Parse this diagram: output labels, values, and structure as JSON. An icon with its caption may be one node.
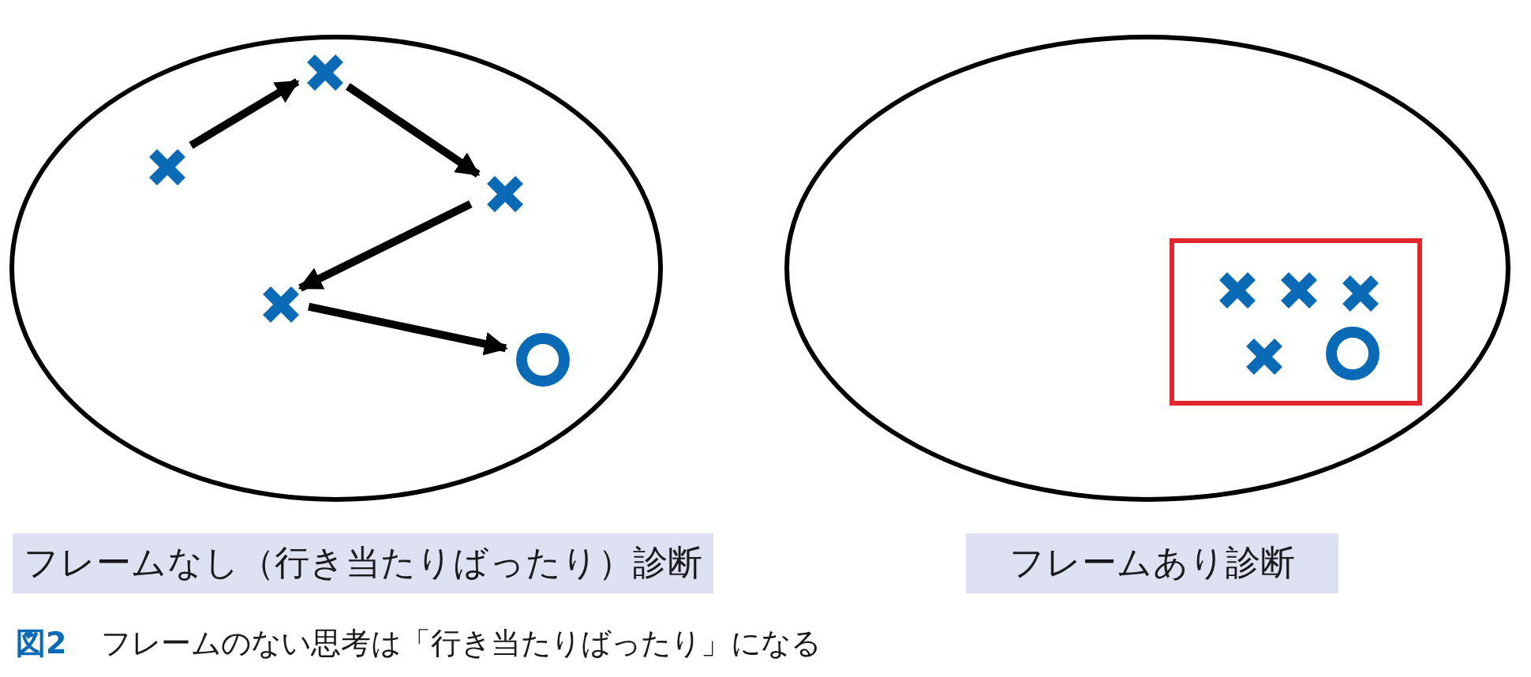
{
  "diagram": {
    "caption": "フレームのない思考は「行き当たりばったり」になる",
    "nodes": [
      {
        "text": [],
        "shape": "ellipse"
      },
      {
        "text": [],
        "shape": "cross",
        "in": 0
      },
      {
        "text": [],
        "shape": "cross",
        "in": 0
      },
      {
        "text": [],
        "shape": "cross",
        "in": 0
      },
      {
        "text": [],
        "shape": "cross",
        "in": 0
      },
      {
        "text": [],
        "shape": "circle",
        "in": 0
      },
      {
        "text": [],
        "shape": "ellipse"
      },
      {
        "text": [],
        "shape": "box",
        "in": 6
      },
      {
        "text": [],
        "shape": "cross",
        "in": 7
      },
      {
        "text": [],
        "shape": "cross",
        "in": 7
      },
      {
        "text": [],
        "shape": "cross",
        "in": 7
      },
      {
        "text": [],
        "shape": "cross",
        "in": 7
      },
      {
        "text": [],
        "shape": "circle",
        "in": 7
      },
      {
        "text": [
          "フレームなし（行き当たりばったり）診断"
        ]
      },
      {
        "text": [
          "フレームあり診断"
        ]
      }
    ],
    "edges": [
      {
        "from": 1,
        "to": 2,
        "arrow": "to"
      },
      {
        "from": 2,
        "to": 3,
        "arrow": "to"
      },
      {
        "from": 3,
        "to": 4,
        "arrow": "to"
      },
      {
        "from": 4,
        "to": 5,
        "arrow": "to"
      }
    ],
    "labels": [
      "図2"
    ]
  }
}
